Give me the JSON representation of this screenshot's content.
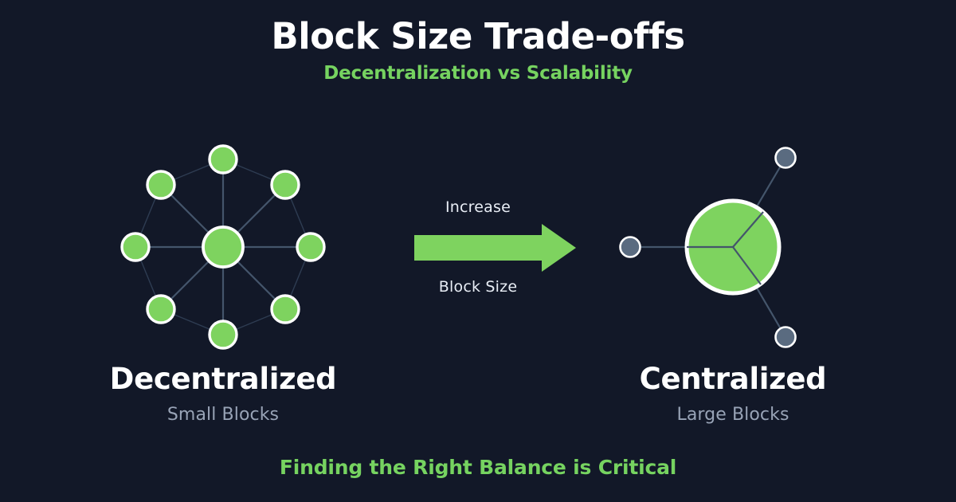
{
  "header": {
    "title": "Block Size Trade-offs",
    "subtitle": "Decentralization vs Scalability"
  },
  "arrow": {
    "label_top": "Increase",
    "label_bottom": "Block Size"
  },
  "left_panel": {
    "title": "Decentralized",
    "subtitle": "Small Blocks",
    "node_count": 9,
    "hub_label": "decentralized-hub",
    "peripheral_count": 8
  },
  "right_panel": {
    "title": "Centralized",
    "subtitle": "Large Blocks",
    "node_count": 4,
    "hub_label": "centralized-hub",
    "satellite_count": 3
  },
  "footer": {
    "text": "Finding the Right Balance is Critical"
  },
  "colors": {
    "background": "#121828",
    "accent_green": "#76d360",
    "node_green": "#7ed35f",
    "node_ring": "#ffffff",
    "satellite_gray": "#5a6b80",
    "edge_strong": "#44556b",
    "edge_faint": "#2e3c52",
    "text_primary": "#ffffff",
    "text_muted": "#98a3b6"
  }
}
